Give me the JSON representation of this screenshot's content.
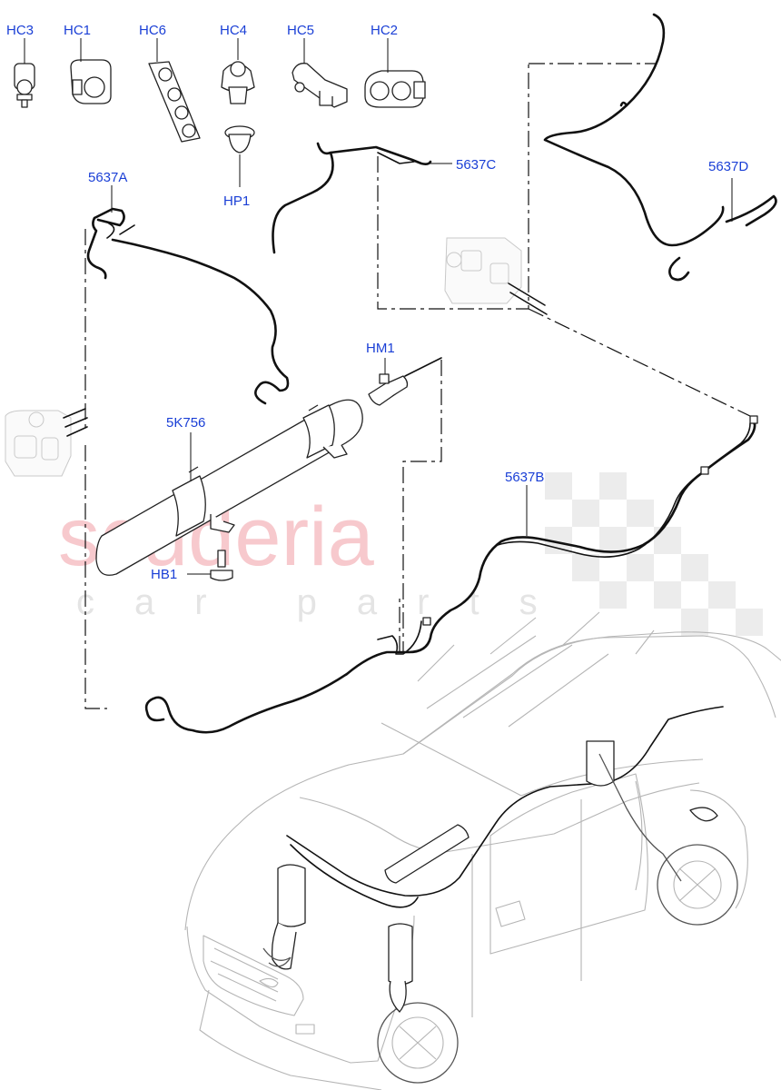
{
  "callouts": {
    "hc3": "HC3",
    "hc1": "HC1",
    "hc6": "HC6",
    "hc4": "HC4",
    "hc5": "HC5",
    "hc2": "HC2",
    "hp1": "HP1",
    "p5637c": "5637C",
    "p5637a": "5637A",
    "p5637d": "5637D",
    "hm1": "HM1",
    "p5k756": "5K756",
    "p5637b": "5637B",
    "hb1": "HB1"
  },
  "watermark": {
    "brand": "scuderia",
    "tagline": "car parts"
  },
  "colors": {
    "callout": "#1a3fd6",
    "watermark_brand": "#f7c9cd",
    "watermark_tagline": "#e4e4e4",
    "line": "#111111"
  }
}
